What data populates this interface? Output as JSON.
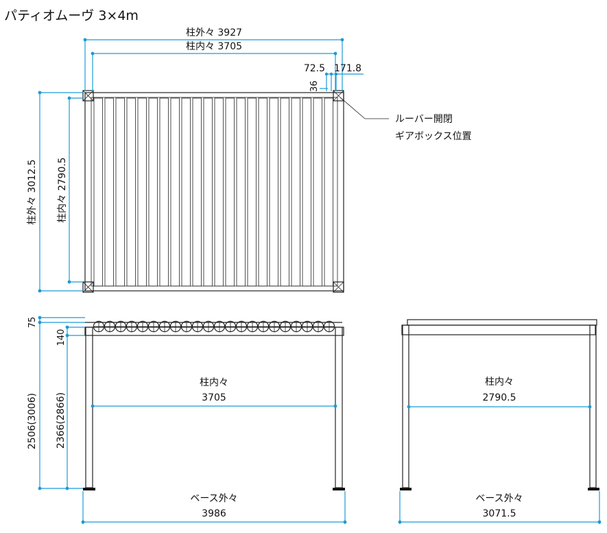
{
  "title": "パティオムーヴ 3×4m",
  "plan": {
    "outer_width": "柱外々 3927",
    "inner_width": "柱内々 3705",
    "offset_a": "72.5",
    "offset_b": "171.8",
    "offset_c": "36",
    "outer_depth": "柱外々 3012.5",
    "inner_depth": "柱内々 2790.5",
    "gearbox_note_1": "ルーバー開閉",
    "gearbox_note_2": "ギアボックス位置",
    "louver_count": 22
  },
  "front": {
    "dim_75": "75",
    "dim_140": "140",
    "dim_outer_height": "2506(3006)",
    "dim_inner_height": "2366(2866)",
    "inner_label": "柱内々",
    "inner_value": "3705",
    "base_label": "ベース外々",
    "base_value": "3986",
    "louver_count": 22
  },
  "side": {
    "inner_label": "柱内々",
    "inner_value": "2790.5",
    "base_label": "ベース外々",
    "base_value": "3071.5"
  },
  "colors": {
    "dimension": "#1a9bd7",
    "line": "#222222"
  }
}
